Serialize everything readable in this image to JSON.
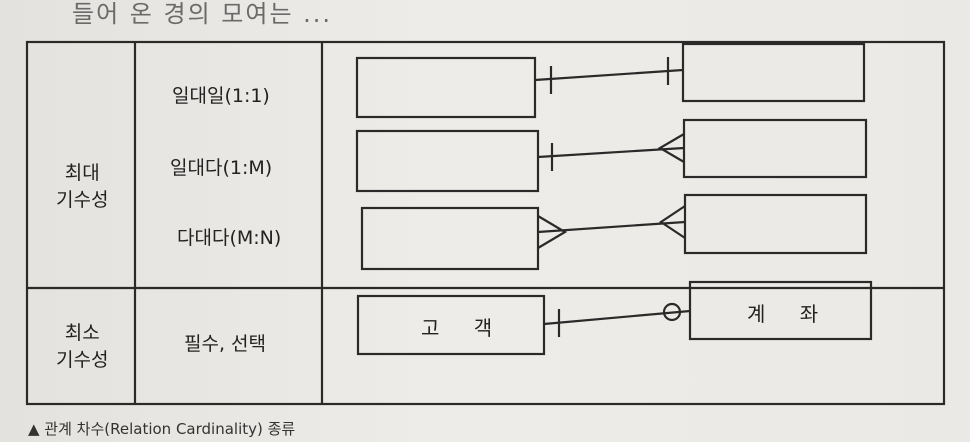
{
  "top_text": "들어 온 경의 모여는 ...",
  "rows": {
    "max_group": {
      "line1": "최대",
      "line2": "기수성"
    },
    "min_group": {
      "line1": "최소",
      "line2": "기수성"
    },
    "one_to_one": "일대일(1:1)",
    "one_to_many": "일대다(1:M)",
    "many_to_many": "다대다(M:N)",
    "mandatory_optional": "필수, 선택"
  },
  "entities": {
    "customer": "고 객",
    "account": "계 좌"
  },
  "caption": "▲ 관계 차수(Relation Cardinality) 종류"
}
